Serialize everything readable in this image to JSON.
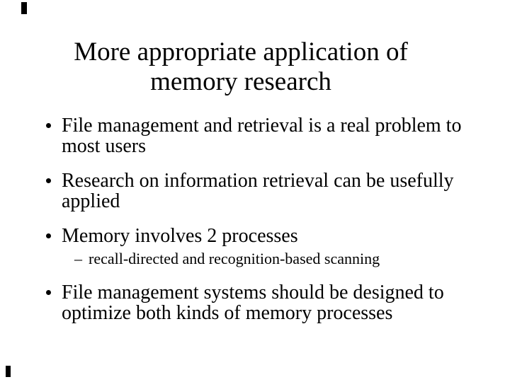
{
  "slide": {
    "title": "More appropriate application of memory research",
    "bullets": [
      {
        "level": 1,
        "marker": "dot-bullet-icon",
        "text": "File management and retrieval is a real problem to most users"
      },
      {
        "level": 1,
        "marker": "dot-bullet-icon",
        "text": "Research on information retrieval can be usefully applied"
      },
      {
        "level": 1,
        "marker": "dot-bullet-icon",
        "text": "Memory involves 2 processes"
      },
      {
        "level": 2,
        "marker": "dash-bullet-icon",
        "dash": "–",
        "text": "recall-directed and recognition-based scanning"
      },
      {
        "level": 1,
        "marker": "dot-bullet-icon",
        "text": "File management systems should be designed to optimize both kinds of memory processes"
      }
    ],
    "colors": {
      "background": "#ffffff",
      "text": "#000000"
    }
  }
}
